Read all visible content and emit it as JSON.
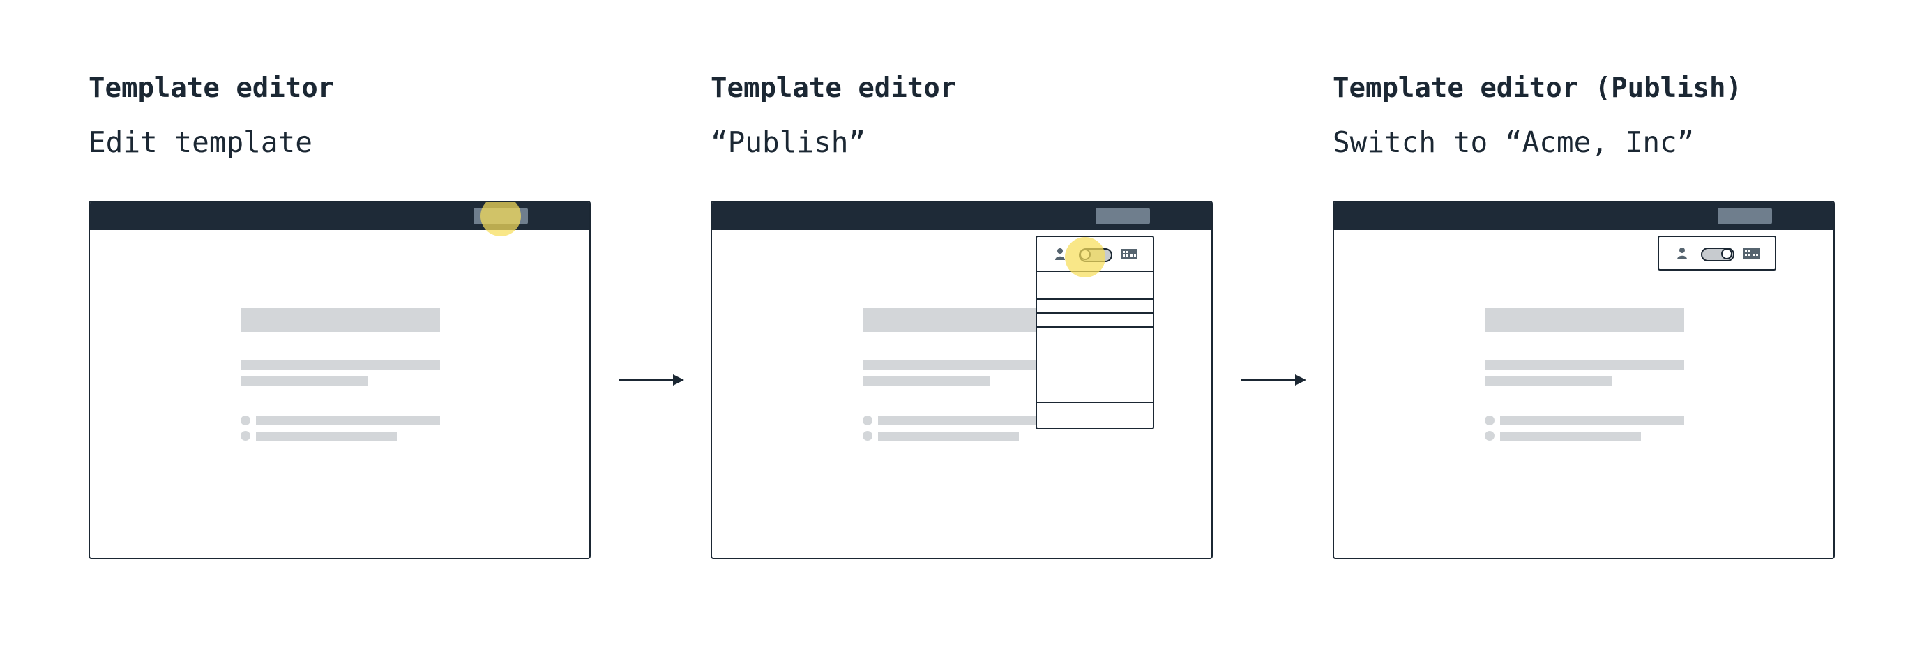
{
  "steps": [
    {
      "title": "Template editor",
      "subtitle": "Edit template"
    },
    {
      "title": "Template editor",
      "subtitle": "“Publish”"
    },
    {
      "title": "Template editor (Publish)",
      "subtitle": "Switch to “Acme, Inc”"
    }
  ],
  "icons": {
    "person": "person-icon",
    "building": "building-icon",
    "arrow": "arrow-right-icon"
  },
  "colors": {
    "dark": "#1e2a37",
    "button": "#6f7e8d",
    "placeholder": "#d3d6d9",
    "highlight": "#f6de5a"
  },
  "toggle_state": {
    "step2": "person",
    "step3": "building"
  }
}
